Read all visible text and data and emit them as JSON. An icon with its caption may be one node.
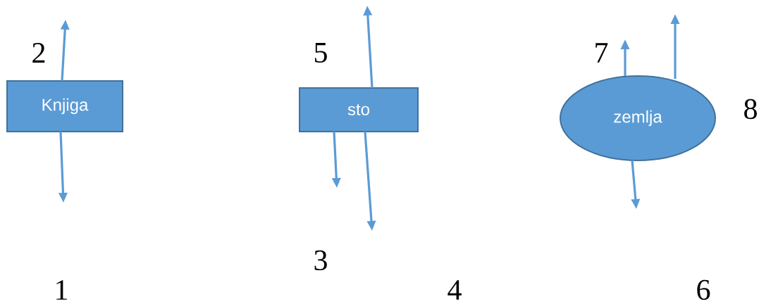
{
  "diagram": {
    "nodes": [
      {
        "text": [
          "Knjiga"
        ]
      },
      {
        "text": [
          "sto"
        ]
      },
      {
        "text": [
          "zemlja"
        ]
      }
    ],
    "edges": [
      {
        "from": 0,
        "to": null,
        "arrow": "to"
      },
      {
        "from": 0,
        "to": null,
        "arrow": "to"
      },
      {
        "from": 1,
        "to": null,
        "arrow": "to"
      },
      {
        "from": 1,
        "to": null,
        "arrow": "to"
      },
      {
        "from": 1,
        "to": null,
        "arrow": "to"
      },
      {
        "from": 2,
        "to": null,
        "arrow": "to"
      },
      {
        "from": 2,
        "to": null,
        "arrow": "to"
      },
      {
        "from": 2,
        "to": null,
        "arrow": "to"
      }
    ],
    "labels": [
      "2",
      "5",
      "7",
      "8",
      "3",
      "1",
      "4",
      "6"
    ]
  }
}
